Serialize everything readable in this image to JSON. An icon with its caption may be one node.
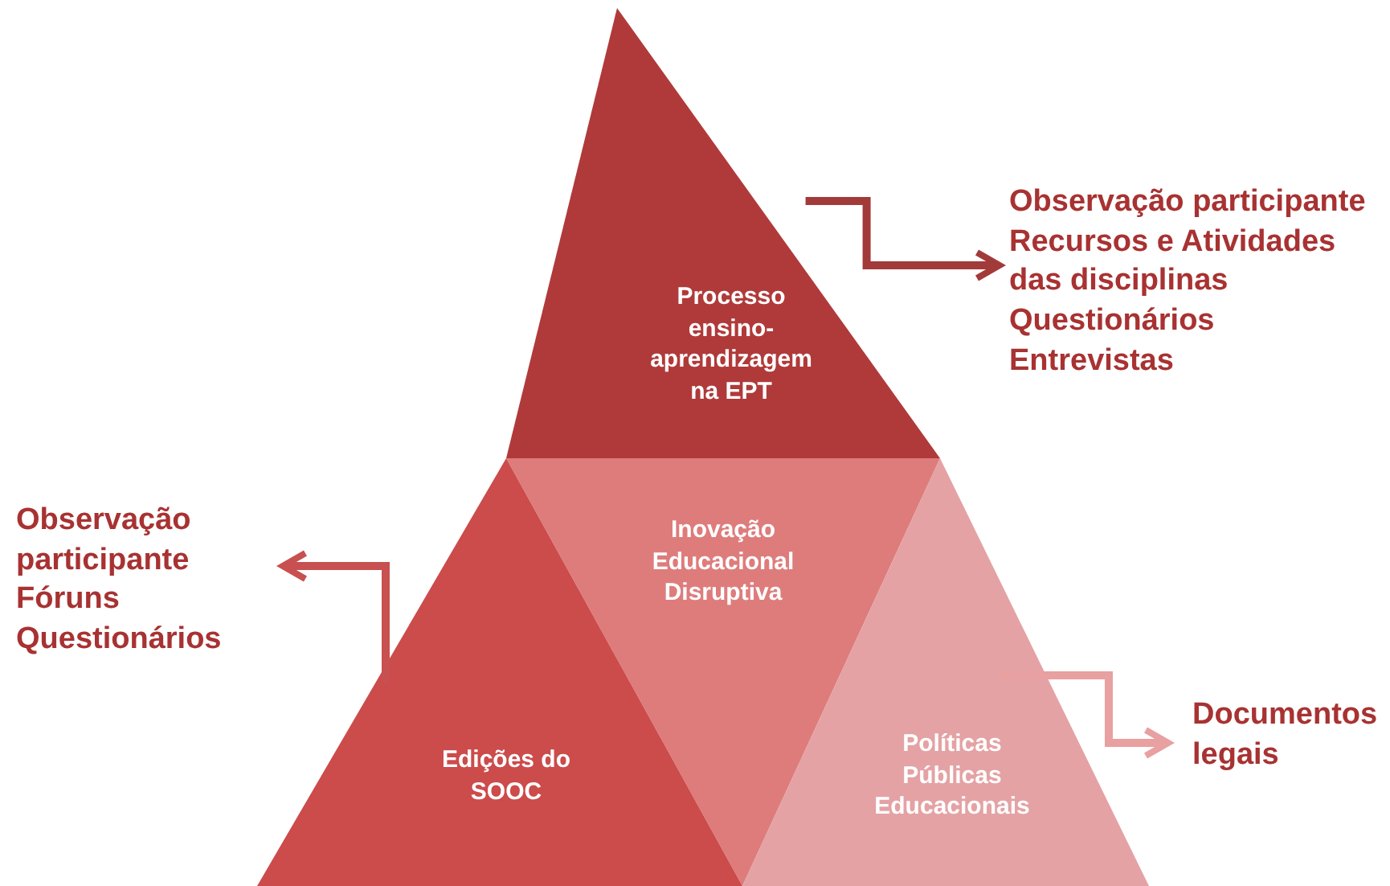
{
  "diagram": {
    "nodes": [
      {
        "text": [
          "Processo ensino-aprendizagem na EPT"
        ]
      },
      {
        "text": [
          "Inovação Educacional Disruptiva"
        ]
      },
      {
        "text": [
          "Edições do SOOC"
        ]
      },
      {
        "text": [
          "Políticas Públicas Educacionais"
        ]
      },
      {
        "text": [
          "Observação participante",
          "Recursos e Atividades das disciplinas",
          "Questionários",
          "Entrevistas"
        ]
      },
      {
        "text": [
          "Observação participante",
          "Fóruns",
          "Questionários"
        ]
      },
      {
        "text": [
          "Documentos legais"
        ]
      }
    ],
    "edges": [
      {
        "from": 0,
        "to": 4,
        "arrow": "to",
        "color": "#a33a3a"
      },
      {
        "from": 2,
        "to": 5,
        "arrow": "to",
        "color": "#c85050"
      },
      {
        "from": 3,
        "to": 6,
        "arrow": "to",
        "color": "#e8a0a0"
      }
    ]
  }
}
